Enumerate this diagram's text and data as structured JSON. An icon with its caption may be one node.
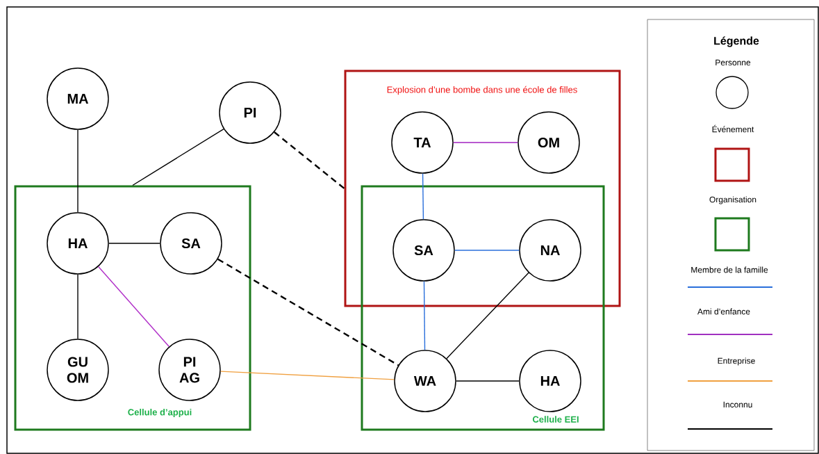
{
  "diagram": {
    "nodes": [
      {
        "text": [
          "MA"
        ]
      },
      {
        "text": [
          "PI"
        ]
      },
      {
        "text": [
          "Cellule d’appui"
        ]
      },
      {
        "text": [
          "HA"
        ],
        "in": 2
      },
      {
        "text": [
          "SA"
        ],
        "in": 2
      },
      {
        "text": [
          "GU OM"
        ],
        "in": 2
      },
      {
        "text": [
          "PI AG"
        ],
        "in": 2
      },
      {
        "text": [
          "Explosion d’une bombe dans une école de filles"
        ]
      },
      {
        "text": [
          "TA"
        ],
        "in": 7
      },
      {
        "text": [
          "OM"
        ],
        "in": 7
      },
      {
        "text": [
          "Cellule EEI"
        ]
      },
      {
        "text": [
          "SA"
        ]
      },
      {
        "text": [
          "NA"
        ]
      },
      {
        "text": [
          "WA"
        ],
        "in": 10
      },
      {
        "text": [
          "HA"
        ],
        "in": 10
      }
    ],
    "edges": [
      {
        "from": 0,
        "to": 3,
        "arrow": "none"
      },
      {
        "from": 1,
        "to": 2,
        "arrow": "none"
      },
      {
        "from": 1,
        "to": 7,
        "arrow": "none",
        "style": "dashed"
      },
      {
        "from": 3,
        "to": 4,
        "arrow": "none"
      },
      {
        "from": 3,
        "to": 5,
        "arrow": "none"
      },
      {
        "from": 3,
        "to": 6,
        "arrow": "none",
        "color": "#b02ec8"
      },
      {
        "from": 4,
        "to": 13,
        "arrow": "none",
        "style": "dashed"
      },
      {
        "from": 6,
        "to": 13,
        "arrow": "none",
        "color": "#f0a040"
      },
      {
        "from": 8,
        "to": 9,
        "arrow": "none",
        "color": "#a020c0"
      },
      {
        "from": 8,
        "to": 11,
        "arrow": "none",
        "color": "#2a6fdb"
      },
      {
        "from": 11,
        "to": 12,
        "arrow": "none",
        "color": "#2a6fdb"
      },
      {
        "from": 11,
        "to": 13,
        "arrow": "none",
        "color": "#2a6fdb"
      },
      {
        "from": 12,
        "to": 13,
        "arrow": "none"
      },
      {
        "from": 13,
        "to": 14,
        "arrow": "none"
      }
    ],
    "labels": [
      "Légende"
    ],
    "legend": [
      {
        "text": "Personne"
      },
      {
        "text": "Événement"
      },
      {
        "text": "Organisation"
      },
      {
        "text": "Membre de la famille"
      },
      {
        "text": "Ami d’enfance"
      },
      {
        "text": "Entreprise"
      },
      {
        "text": "Inconnu"
      }
    ]
  }
}
